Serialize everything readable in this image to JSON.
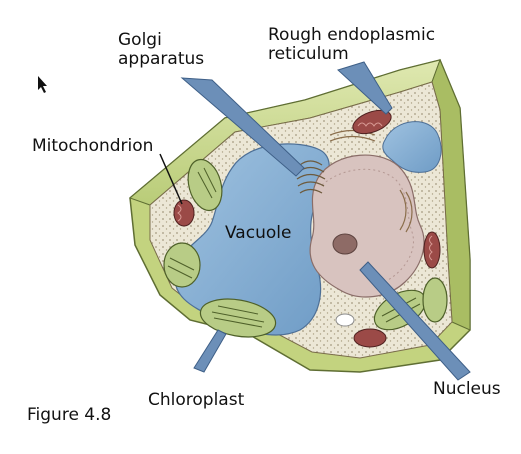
{
  "diagram": {
    "labels": {
      "golgi": "Golgi\napparatus",
      "rer": "Rough endoplasmic\nreticulum",
      "mitochondrion": "Mitochondrion",
      "vacuole": "Vacuole",
      "chloroplast": "Chloroplast",
      "nucleus": "Nucleus"
    },
    "caption": "Figure 4.8"
  },
  "colors": {
    "cell_wall": "#c9d98a",
    "cytoplasm": "#ece7d6",
    "vacuole": "#8fb4d6",
    "nucleus": "#d8c3bf",
    "mitochondrion": "#9b4a47",
    "chloroplast": "#b8cc86",
    "arrow": "#6c8fb8"
  }
}
